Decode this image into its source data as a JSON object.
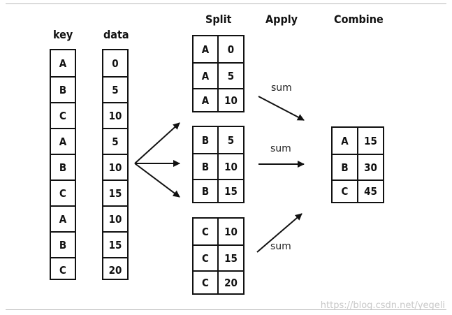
{
  "headers": {
    "key": "key",
    "data": "data",
    "split": "Split",
    "apply": "Apply",
    "combine": "Combine"
  },
  "input": {
    "keys": [
      "A",
      "B",
      "C",
      "A",
      "B",
      "C",
      "A",
      "B",
      "C"
    ],
    "values": [
      "0",
      "5",
      "10",
      "5",
      "10",
      "15",
      "10",
      "15",
      "20"
    ]
  },
  "split_groups": [
    {
      "rows": [
        {
          "k": "A",
          "v": "0"
        },
        {
          "k": "A",
          "v": "5"
        },
        {
          "k": "A",
          "v": "10"
        }
      ]
    },
    {
      "rows": [
        {
          "k": "B",
          "v": "5"
        },
        {
          "k": "B",
          "v": "10"
        },
        {
          "k": "B",
          "v": "15"
        }
      ]
    },
    {
      "rows": [
        {
          "k": "C",
          "v": "10"
        },
        {
          "k": "C",
          "v": "15"
        },
        {
          "k": "C",
          "v": "20"
        }
      ]
    }
  ],
  "apply_labels": [
    "sum",
    "sum",
    "sum"
  ],
  "combine": {
    "rows": [
      {
        "k": "A",
        "v": "15"
      },
      {
        "k": "B",
        "v": "30"
      },
      {
        "k": "C",
        "v": "45"
      }
    ]
  },
  "watermark": "https://blog.csdn.net/yegeli"
}
